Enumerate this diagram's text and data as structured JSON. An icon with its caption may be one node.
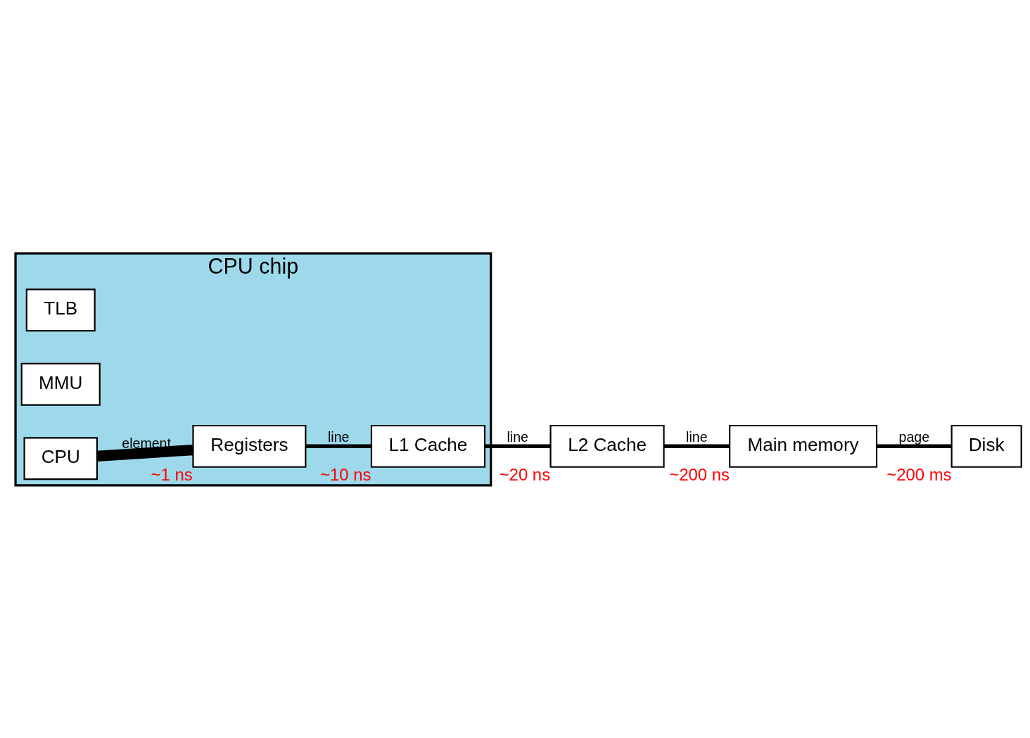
{
  "diagram": {
    "nodes": [
      {
        "text": [
          "CPU chip"
        ]
      },
      {
        "text": [
          "TLB"
        ],
        "in": 0
      },
      {
        "text": [
          "MMU"
        ],
        "in": 0
      },
      {
        "text": [
          "CPU"
        ],
        "in": 0
      },
      {
        "text": [
          "Registers"
        ],
        "in": 0,
        "beside": [
          "~1 ns"
        ]
      },
      {
        "text": [
          "L1 Cache"
        ],
        "in": 0,
        "beside": [
          "~10 ns"
        ]
      },
      {
        "text": [
          "L2 Cache"
        ],
        "beside": [
          "~20 ns"
        ]
      },
      {
        "text": [
          "Main memory"
        ],
        "beside": [
          "~200 ns"
        ]
      },
      {
        "text": [
          "Disk"
        ],
        "beside": [
          "~200 ms"
        ]
      }
    ],
    "edges": [
      {
        "from": 3,
        "to": 4,
        "arrow": "none",
        "label": "element",
        "style": "thick"
      },
      {
        "from": 4,
        "to": 5,
        "arrow": "none",
        "label": "line"
      },
      {
        "from": 5,
        "to": 6,
        "arrow": "none",
        "label": "line"
      },
      {
        "from": 6,
        "to": 7,
        "arrow": "none",
        "label": "line"
      },
      {
        "from": 7,
        "to": 8,
        "arrow": "none",
        "label": "page"
      }
    ]
  }
}
